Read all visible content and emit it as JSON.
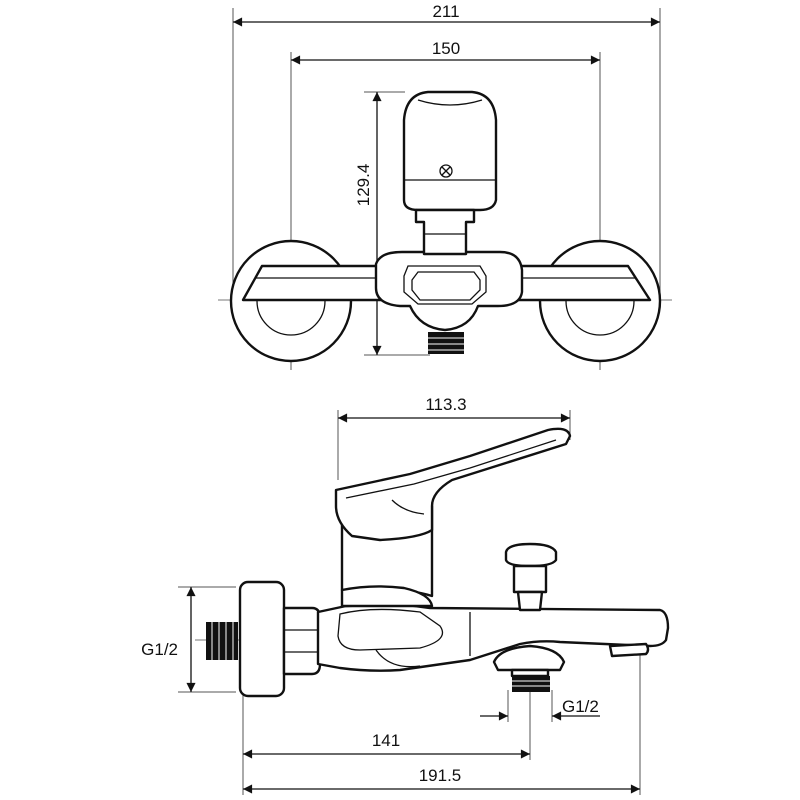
{
  "dimensions": {
    "top_view": {
      "overall_width": "211",
      "centers_width": "150",
      "height": "129.4"
    },
    "side_view": {
      "lever_length": "113.3",
      "inlet_thread": "G1/2",
      "outlet_thread": "G1/2",
      "outlet_offset": "141",
      "overall_depth": "191.5"
    }
  },
  "colors": {
    "line": "#111111",
    "background": "#ffffff"
  }
}
